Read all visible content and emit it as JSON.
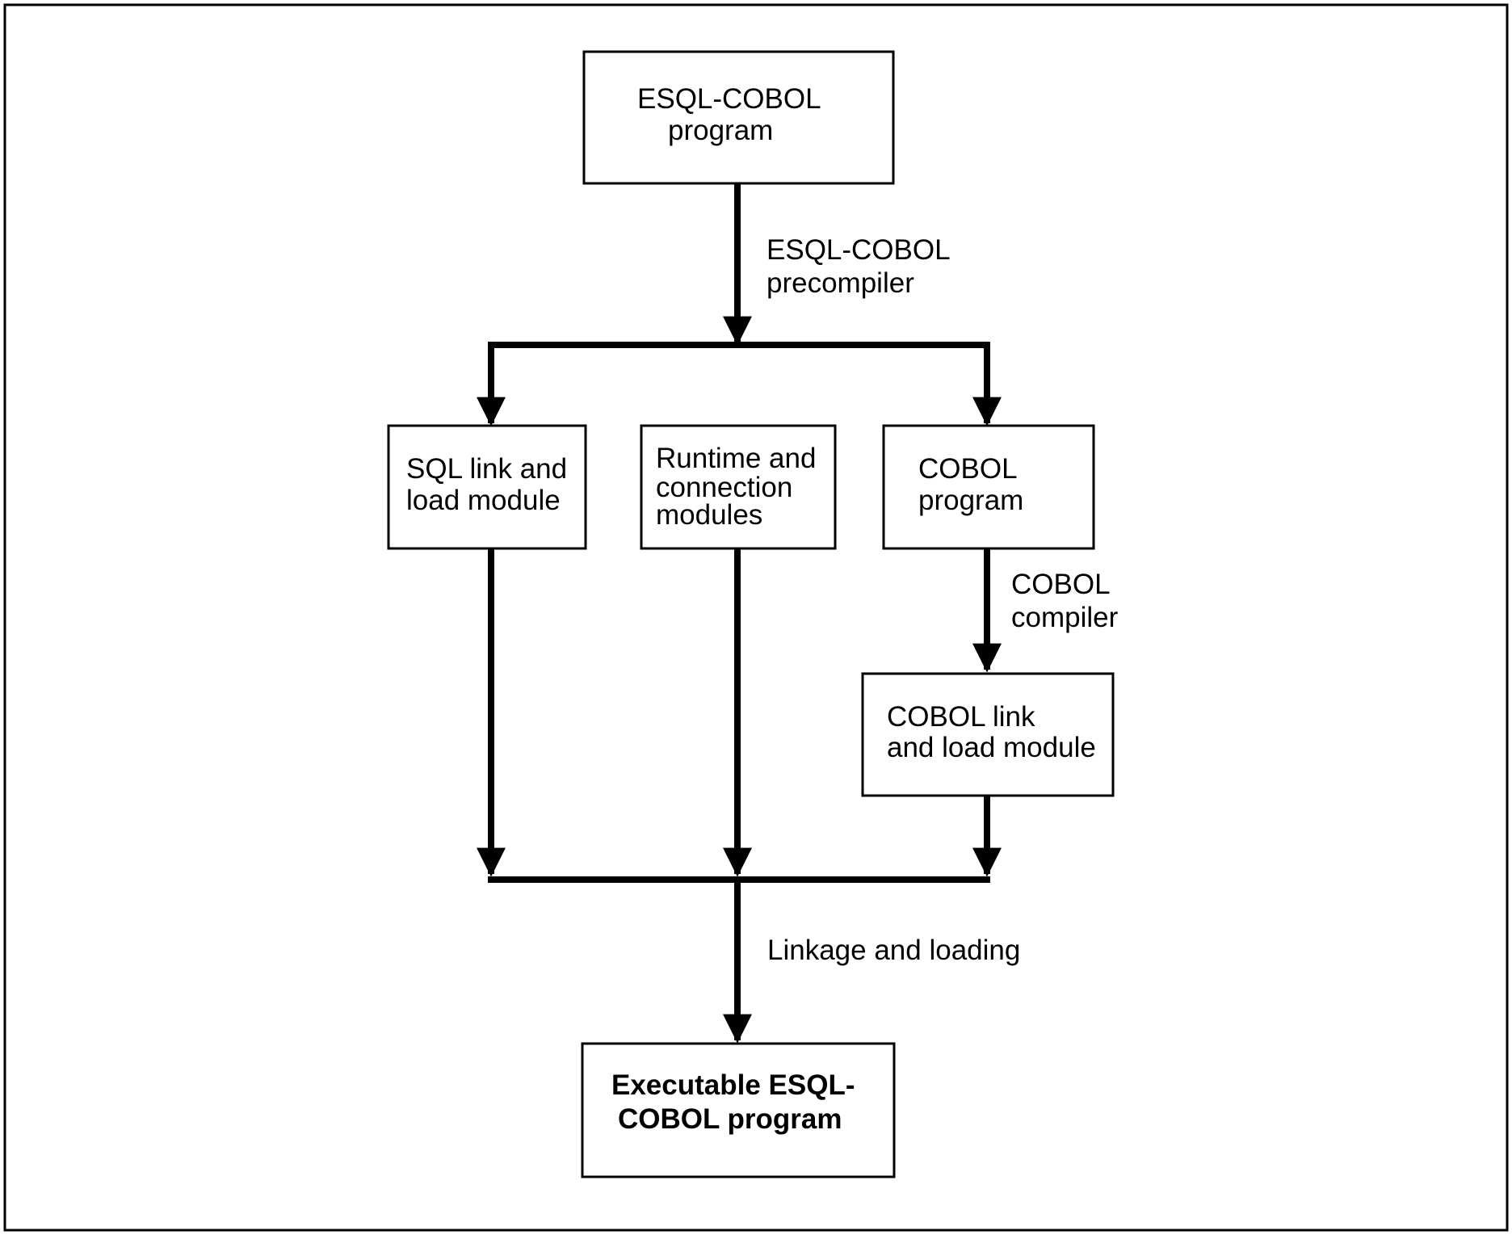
{
  "nodes": {
    "esql_cobol_program": {
      "lines": [
        "ESQL-COBOL",
        "program"
      ]
    },
    "sql_link_load_module": {
      "lines": [
        "SQL link and",
        "load module"
      ]
    },
    "runtime_connection_modules": {
      "lines": [
        "Runtime and",
        "connection",
        "modules"
      ]
    },
    "cobol_program": {
      "lines": [
        "COBOL",
        "program"
      ]
    },
    "cobol_link_load_module": {
      "lines": [
        "COBOL link",
        "and load module"
      ]
    },
    "executable_esql_cobol_program": {
      "lines": [
        "Executable ESQL-",
        "COBOL program"
      ]
    }
  },
  "edges": {
    "precompiler": {
      "lines": [
        "ESQL-COBOL",
        "precompiler"
      ]
    },
    "cobol_compiler": {
      "lines": [
        "COBOL",
        "compiler"
      ]
    },
    "linkage_loading": {
      "lines": [
        "Linkage and loading"
      ]
    }
  },
  "colors": {
    "line": "#000000",
    "box_fill": "#ffffff",
    "background": "#ffffff"
  }
}
